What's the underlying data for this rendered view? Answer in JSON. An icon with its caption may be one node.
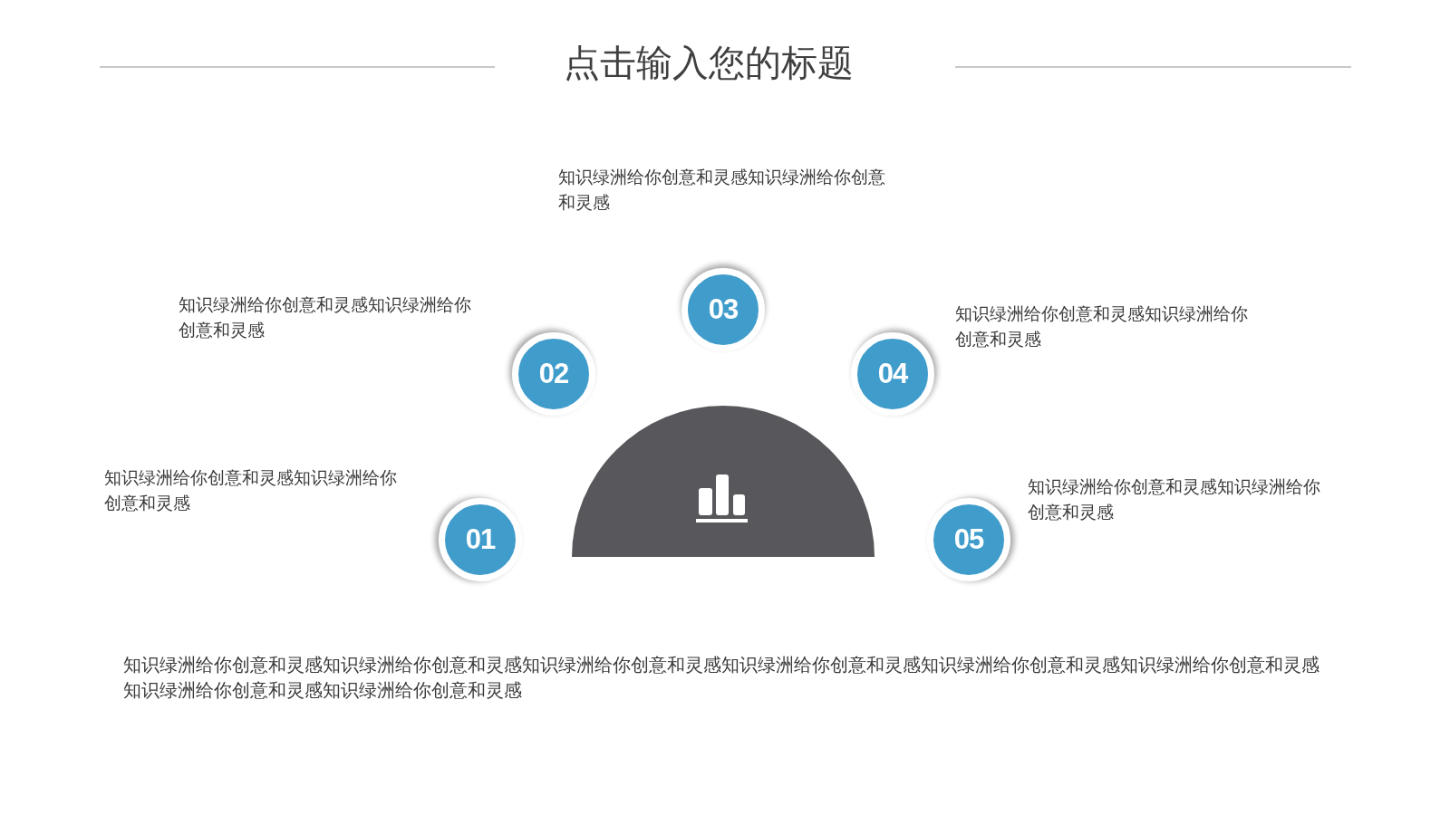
{
  "diagram": {
    "title": "点击输入您的标题",
    "nodes": [
      {
        "text": [
          "01"
        ],
        "beside": [
          "知识绿洲给你创意和灵感知识绿洲给你创意和灵感"
        ]
      },
      {
        "text": [
          "02"
        ],
        "beside": [
          "知识绿洲给你创意和灵感知识绿洲给你创意和灵感"
        ]
      },
      {
        "text": [
          "03"
        ],
        "beside": [
          "知识绿洲给你创意和灵感知识绿洲给你创意和灵感"
        ]
      },
      {
        "text": [
          "04"
        ],
        "beside": [
          "知识绿洲给你创意和灵感知识绿洲给你创意和灵感"
        ]
      },
      {
        "text": [
          "05"
        ],
        "beside": [
          "知识绿洲给你创意和灵感知识绿洲给你创意和灵感"
        ]
      }
    ],
    "labels": [
      "知识绿洲给你创意和灵感知识绿洲给你创意和灵感知识绿洲给你创意和灵感知识绿洲给你创意和灵感知识绿洲给你创意和灵感知识绿洲给你创意和灵感知识绿洲给你创意和灵感知识绿洲给你创意和灵感"
    ]
  }
}
